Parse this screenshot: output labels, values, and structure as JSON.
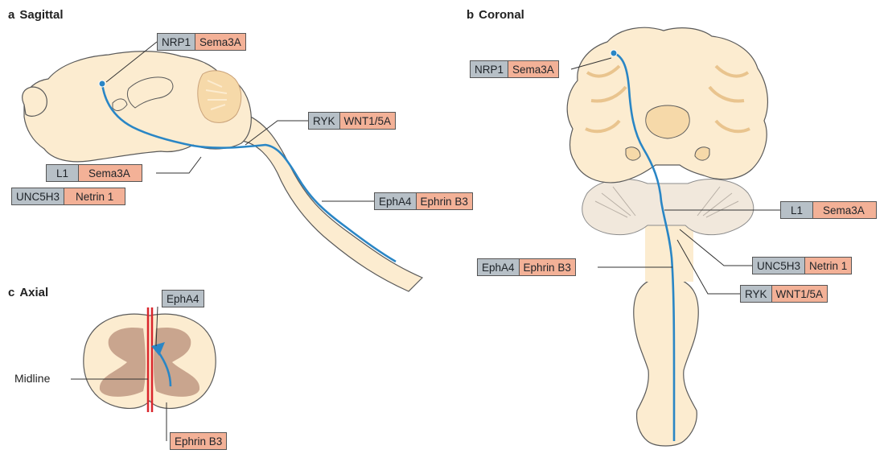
{
  "panels": {
    "a": {
      "letter": "a",
      "title": "Sagittal"
    },
    "b": {
      "letter": "b",
      "title": "Coronal"
    },
    "c": {
      "letter": "c",
      "title": "Axial"
    }
  },
  "labels_a": {
    "nrp1": {
      "receptor": "NRP1",
      "ligand": "Sema3A"
    },
    "ryk": {
      "receptor": "RYK",
      "ligand": "WNT1/5A"
    },
    "l1": {
      "receptor": "L1",
      "ligand": "Sema3A"
    },
    "unc5h3": {
      "receptor": "UNC5H3",
      "ligand": "Netrin 1"
    },
    "epha4": {
      "receptor": "EphA4",
      "ligand": "Ephrin B3"
    }
  },
  "labels_b": {
    "nrp1": {
      "receptor": "NRP1",
      "ligand": "Sema3A"
    },
    "l1": {
      "receptor": "L1",
      "ligand": "Sema3A"
    },
    "epha4": {
      "receptor": "EphA4",
      "ligand": "Ephrin B3"
    },
    "unc5h3": {
      "receptor": "UNC5H3",
      "ligand": "Netrin 1"
    },
    "ryk": {
      "receptor": "RYK",
      "ligand": "WNT1/5A"
    }
  },
  "labels_c": {
    "epha4": "EphA4",
    "midline": "Midline",
    "ephrinb3": "Ephrin B3"
  },
  "colors": {
    "tissue": "#fcecd0",
    "tissue_outline": "#5a5a5a",
    "grey_matter": "#c9a58e",
    "axon": "#2a86c5",
    "midline": "#d9262c",
    "receptor_box": "#b7c0c7",
    "ligand_box": "#f3b197"
  }
}
